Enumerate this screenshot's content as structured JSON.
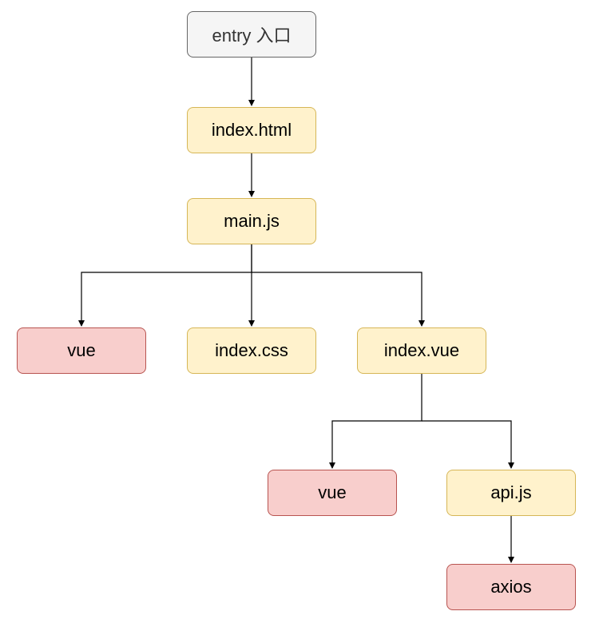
{
  "nodes": {
    "entry": {
      "label": "entry 入口"
    },
    "index_html": {
      "label": "index.html"
    },
    "main_js": {
      "label": "main.js"
    },
    "vue_a": {
      "label": "vue"
    },
    "index_css": {
      "label": "index.css"
    },
    "index_vue": {
      "label": "index.vue"
    },
    "vue_b": {
      "label": "vue"
    },
    "api_js": {
      "label": "api.js"
    },
    "axios": {
      "label": "axios"
    }
  },
  "colors": {
    "neutral_fill": "#f5f5f5",
    "neutral_stroke": "#666666",
    "module_fill": "#fff2cc",
    "module_stroke": "#d6b656",
    "external_fill": "#f8cecc",
    "external_stroke": "#b85450",
    "edge": "#000000"
  }
}
